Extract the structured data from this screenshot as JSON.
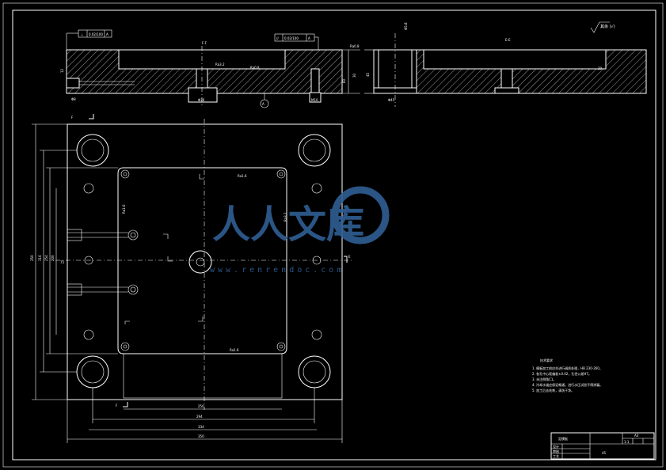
{
  "header": {
    "roughness_symbol": "其余 (√)"
  },
  "sections": {
    "left_title": "F-F",
    "right_title": "E-E"
  },
  "tolerance_frames": [
    {
      "symbol": "⊥",
      "value": "0.02/100",
      "datum": "A"
    },
    {
      "symbol": "//",
      "value": "0.02/100",
      "datum": "A"
    }
  ],
  "section_dims": {
    "d1": "Ra3.2",
    "d2": "Ra0.8",
    "d3": "Ra0.8",
    "d4": "Φ36",
    "d5": "Φ45",
    "d6": "60",
    "d7": "45",
    "d8": "30",
    "d9": "12",
    "d10": "Φ8",
    "d11": "20",
    "d12": "Φ5.8",
    "d13": "M10",
    "datum_a": "A"
  },
  "plan_dims": {
    "left_outer": "350",
    "left_2": "316",
    "left_3": "254",
    "left_4": "200",
    "mid": "75",
    "bottom_1": "250",
    "bottom_2": "294",
    "bottom_3": "334",
    "bottom_4": "350",
    "ra_top": "Ra1.6",
    "ra_bottom": "Ra1.6",
    "ra_left": "Ra1.6",
    "ra_right": "Ra3.2",
    "section_mark_top": "F",
    "section_mark_bottom": "F",
    "section_mark_right": "E"
  },
  "tech_requirements": {
    "title": "技术要求",
    "items": [
      "1. 模板加工前应先进行调质处理，HB 230-260。",
      "2. 各孔中心距偏差±0.02，孔径公差H7。",
      "3. 未注倒角C1。",
      "4. 冷却水道应保证畅通，进行水压试验不得渗漏。",
      "5. 加工后去毛刺，清洗干净。"
    ]
  },
  "title_block": {
    "part_name": "定模板",
    "scale": "1:1",
    "sheet": "A3",
    "material": "45",
    "c1": "设计",
    "c2": "审核",
    "c3": "工艺"
  },
  "watermark": {
    "text": "人人文库",
    "url": "www.renrendoc.com"
  }
}
